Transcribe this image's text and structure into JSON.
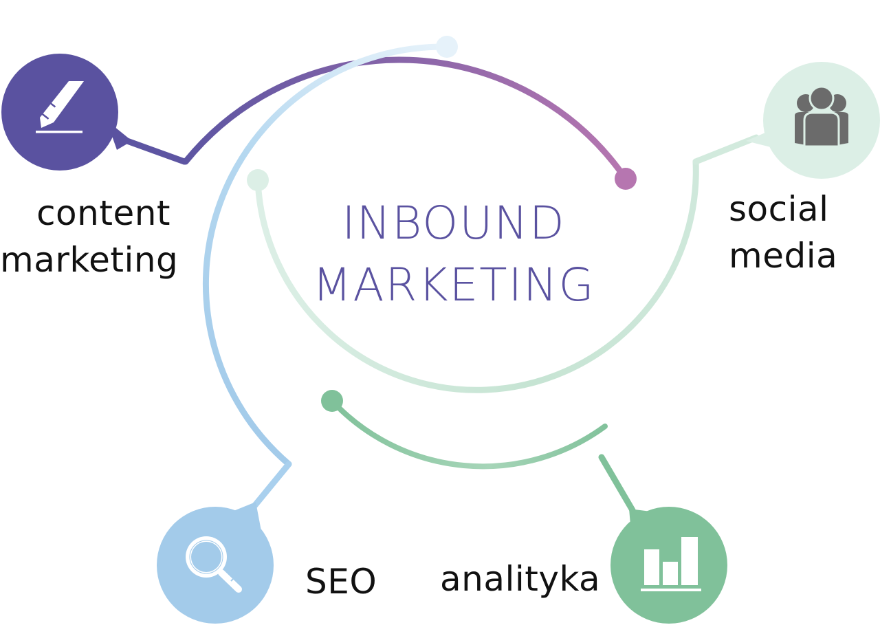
{
  "title": {
    "line1": "INBOUND",
    "line2": "MARKETING",
    "color": "#5a52a0"
  },
  "nodes": [
    {
      "id": "content-marketing",
      "label_line1": "content",
      "label_line2": "marketing",
      "icon": "pen-icon",
      "color": "#5a52a0"
    },
    {
      "id": "social-media",
      "label_line1": "social",
      "label_line2": "media",
      "icon": "people-group-icon",
      "color": "#dcefe6"
    },
    {
      "id": "seo",
      "label_line1": "SEO",
      "icon": "magnifier-icon",
      "color": "#a3cbea"
    },
    {
      "id": "analityka",
      "label_line1": "analityka",
      "icon": "bar-chart-icon",
      "color": "#80c19a"
    }
  ],
  "colors": {
    "purple_start": "#5d55a2",
    "purple_end": "#b676b0",
    "blue": "#a3cbea",
    "blue_light": "#e4f1fa",
    "green": "#80c19a",
    "green_light": "#dcefe6",
    "icon_gray": "#6b6b6b",
    "text": "#111111"
  }
}
